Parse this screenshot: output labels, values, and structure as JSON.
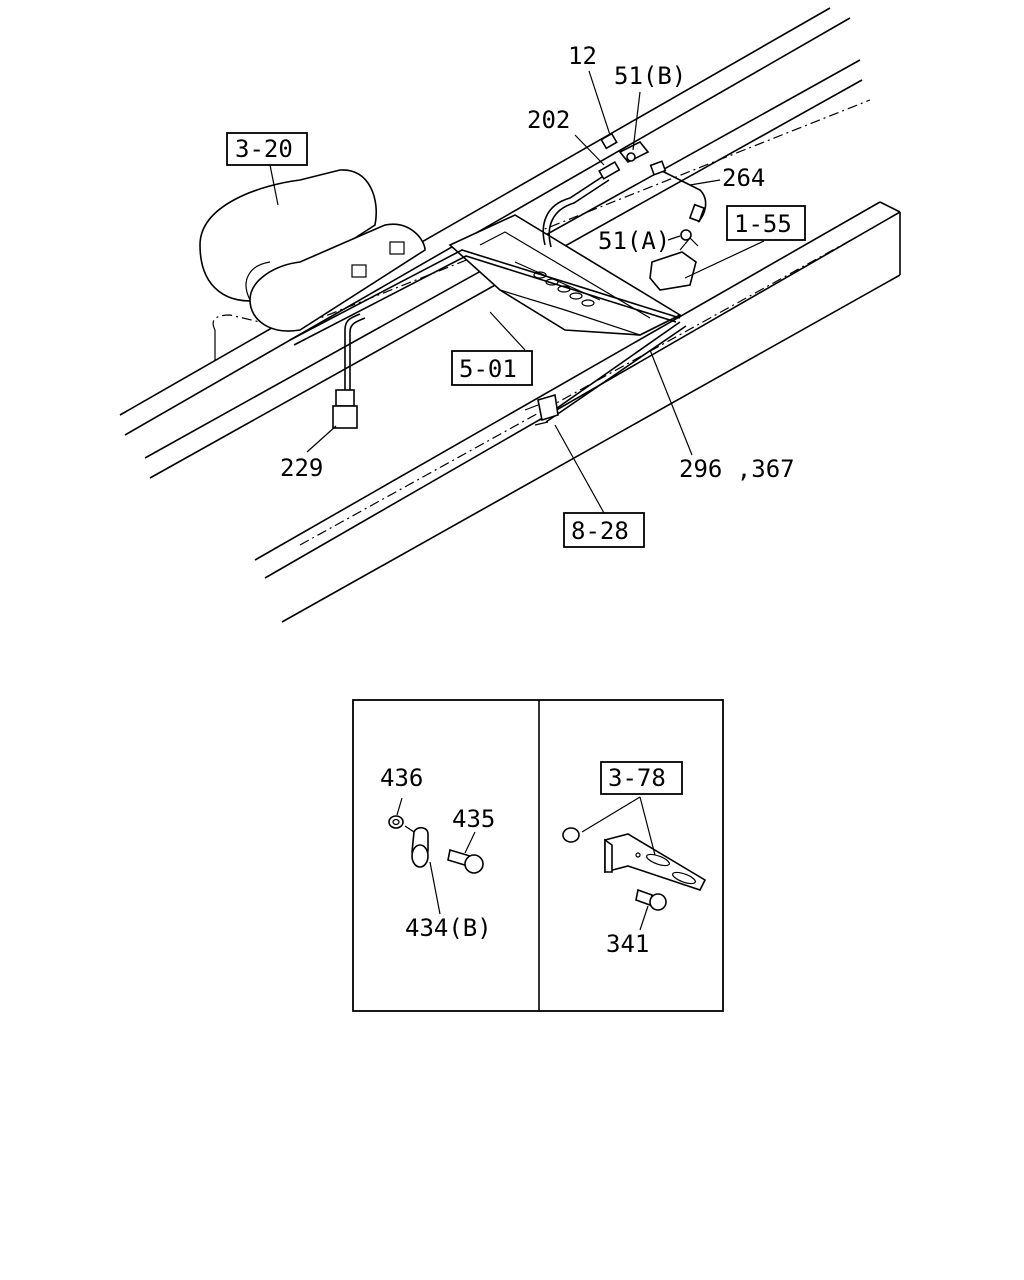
{
  "main_view": {
    "refs": {
      "r_3_20": "3-20",
      "r_1_55": "1-55",
      "r_5_01": "5-01",
      "r_8_28": "8-28"
    },
    "labels": {
      "p12": "12",
      "p51b": "51(B)",
      "p202": "202",
      "p264": "264",
      "p51a": "51(A)",
      "p229": "229",
      "p296_367": "296 ,367"
    }
  },
  "detail_left": {
    "labels": {
      "p436": "436",
      "p435": "435",
      "p434b": "434(B)"
    }
  },
  "detail_right": {
    "refs": {
      "r_3_78": "3-78"
    },
    "labels": {
      "p341": "341"
    }
  },
  "colors": {
    "line": "#000000",
    "background": "#ffffff"
  }
}
